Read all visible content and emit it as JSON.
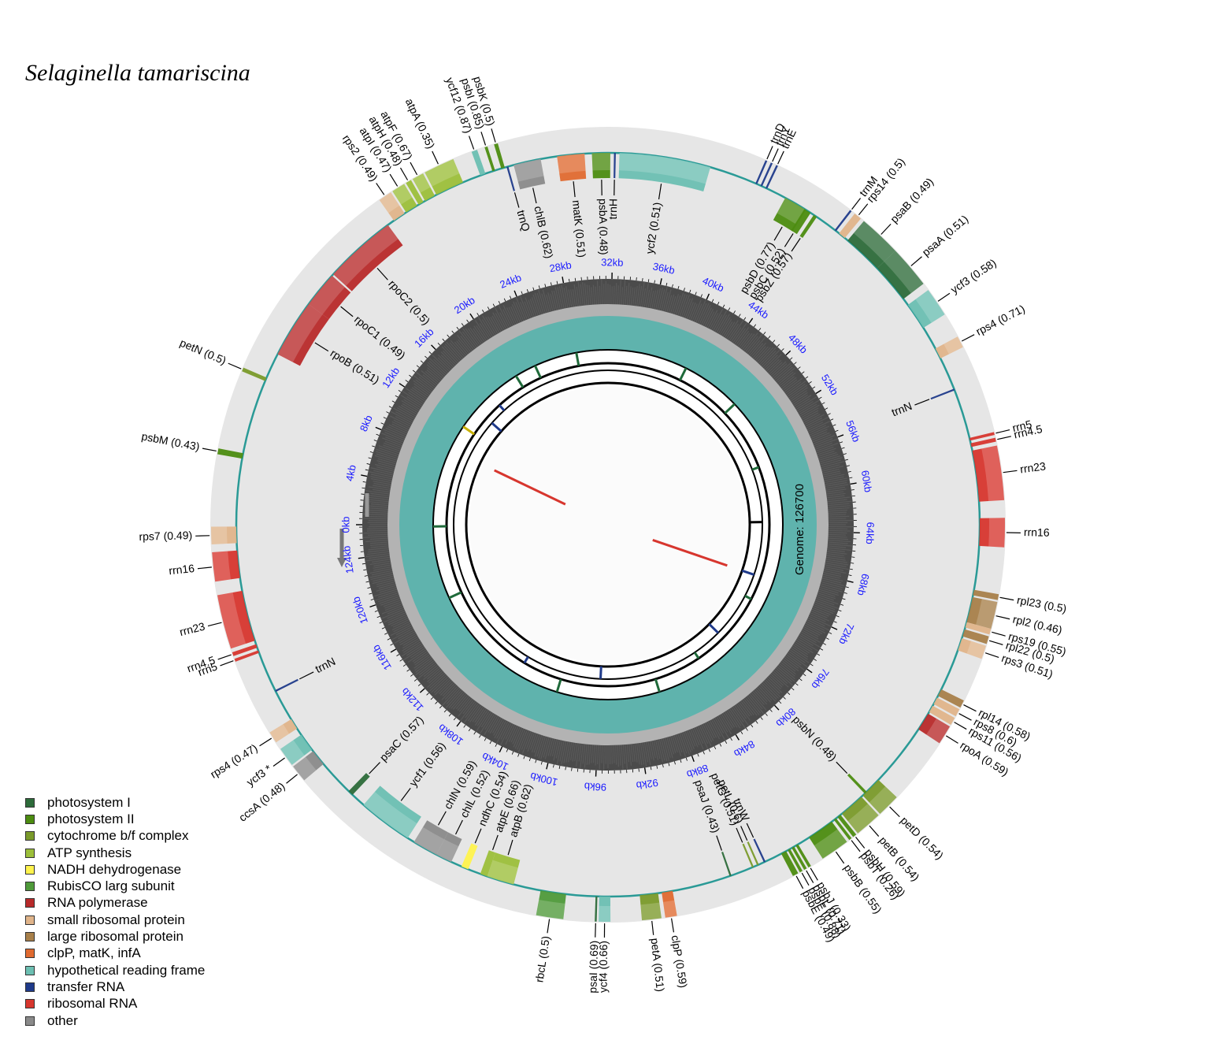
{
  "title": "Selaginella tamariscina",
  "genome_label": "Genome: 126700",
  "genome_length": 126700,
  "category_colors": {
    "ps1": "#2d6b3a",
    "ps2": "#4c8c10",
    "cyt": "#7a9a2a",
    "atp": "#9cbf3a",
    "ndh": "#fff34d",
    "rbc": "#4f9a3a",
    "rpo": "#b82a2a",
    "rps": "#e0b48a",
    "rpl": "#a8804a",
    "clp": "#e06a30",
    "ycf": "#6cbfb2",
    "trn": "#1f3a8a",
    "rrn": "#d7362e",
    "oth": "#8a8a8a"
  },
  "legend": [
    {
      "label": "photosystem I",
      "color": "#2d6b3a"
    },
    {
      "label": "photosystem II",
      "color": "#4c8c10"
    },
    {
      "label": "cytochrome b/f complex",
      "color": "#7a9a2a"
    },
    {
      "label": "ATP synthesis",
      "color": "#9cbf3a"
    },
    {
      "label": "NADH dehydrogenase",
      "color": "#fff34d"
    },
    {
      "label": "RubisCO larg subunit",
      "color": "#4f9a3a"
    },
    {
      "label": "RNA polymerase",
      "color": "#b82a2a"
    },
    {
      "label": "small ribosomal protein",
      "color": "#e0b48a"
    },
    {
      "label": "large ribosomal protein",
      "color": "#a8804a"
    },
    {
      "label": "clpP, matK, infA",
      "color": "#e06a30"
    },
    {
      "label": "hypothetical reading frame",
      "color": "#6cbfb2"
    },
    {
      "label": "transfer RNA",
      "color": "#1f3a8a"
    },
    {
      "label": "ribosomal RNA",
      "color": "#d7362e"
    },
    {
      "label": "other",
      "color": "#8a8a8a"
    }
  ],
  "ticks": [
    "0kb",
    "4kb",
    "8kb",
    "12kb",
    "16kb",
    "20kb",
    "24kb",
    "28kb",
    "32kb",
    "36kb",
    "40kb",
    "44kb",
    "48kb",
    "52kb",
    "56kb",
    "60kb",
    "64kb",
    "68kb",
    "72kb",
    "76kb",
    "80kb",
    "84kb",
    "88kb",
    "92kb",
    "96kb",
    "100kb",
    "104kb",
    "108kb",
    "112kb",
    "116kb",
    "120kb",
    "124kb"
  ],
  "genes": [
    {
      "label": "rps7 (0.49)",
      "cat": "rps",
      "kb": 125.7,
      "len": 0.9,
      "strand": "out"
    },
    {
      "label": "psbM (0.43)",
      "cat": "ps2",
      "kb": 3.6,
      "len": 0.3,
      "strand": "out"
    },
    {
      "label": "petN (0.5)",
      "cat": "cyt",
      "kb": 8.0,
      "len": 0.2,
      "strand": "out"
    },
    {
      "label": "rpoB (0.51)",
      "cat": "rpo",
      "kb": 9.6,
      "len": 3.2,
      "strand": "in"
    },
    {
      "label": "rpoC1 (0.49)",
      "cat": "rpo",
      "kb": 12.8,
      "len": 2.0,
      "strand": "in"
    },
    {
      "label": "rpoC2 (0.5)",
      "cat": "rpo",
      "kb": 14.9,
      "len": 4.0,
      "strand": "in"
    },
    {
      "label": "rps2 (0.49)",
      "cat": "rps",
      "kb": 19.3,
      "len": 0.7,
      "strand": "out"
    },
    {
      "label": "atpI (0.47)",
      "cat": "atp",
      "kb": 20.1,
      "len": 0.7,
      "strand": "out"
    },
    {
      "label": "atpH (0.48)",
      "cat": "atp",
      "kb": 20.9,
      "len": 0.3,
      "strand": "out"
    },
    {
      "label": "atpF (0.67)",
      "cat": "atp",
      "kb": 21.3,
      "len": 0.6,
      "strand": "out"
    },
    {
      "label": "atpA (0.35)",
      "cat": "atp",
      "kb": 22.0,
      "len": 1.6,
      "strand": "out"
    },
    {
      "label": "ycf12 (0.87)",
      "cat": "ycf",
      "kb": 24.6,
      "len": 0.3,
      "strand": "out"
    },
    {
      "label": "psbI (0.85)",
      "cat": "ps2",
      "kb": 25.3,
      "len": 0.15,
      "strand": "out"
    },
    {
      "label": "psbK (0.5)",
      "cat": "ps2",
      "kb": 25.8,
      "len": 0.2,
      "strand": "out"
    },
    {
      "label": "trnQ",
      "cat": "trn",
      "kb": 26.1,
      "len": 0.1,
      "strand": "in"
    },
    {
      "label": "chlB (0.62)",
      "cat": "oth",
      "kb": 26.5,
      "len": 1.5,
      "strand": "in"
    },
    {
      "label": "matK (0.51)",
      "cat": "clp",
      "kb": 28.9,
      "len": 1.5,
      "strand": "in"
    },
    {
      "label": "psbA (0.48)",
      "cat": "ps2",
      "kb": 30.8,
      "len": 1.0,
      "strand": "in"
    },
    {
      "label": "trnH",
      "cat": "trn",
      "kb": 32.0,
      "len": 0.1,
      "strand": "in"
    },
    {
      "label": "ycf2 (0.51)",
      "cat": "ycf",
      "kb": 32.3,
      "len": 5.0,
      "strand": "in"
    },
    {
      "label": "trnD",
      "cat": "trn",
      "kb": 39.9,
      "len": 0.1,
      "strand": "out"
    },
    {
      "label": "trnY",
      "cat": "trn",
      "kb": 40.2,
      "len": 0.1,
      "strand": "out"
    },
    {
      "label": "trnE",
      "cat": "trn",
      "kb": 40.5,
      "len": 0.1,
      "strand": "out"
    },
    {
      "label": "psbD (0.77)",
      "cat": "ps2",
      "kb": 41.7,
      "len": 1.3,
      "strand": "in"
    },
    {
      "label": "psbC (0.52)",
      "cat": "ps2",
      "kb": 42.9,
      "len": 0.4,
      "strand": "in"
    },
    {
      "label": "psbZ (0.57)",
      "cat": "ps2",
      "kb": 43.5,
      "len": 0.2,
      "strand": "in"
    },
    {
      "label": "trnM",
      "cat": "trn",
      "kb": 44.9,
      "len": 0.1,
      "strand": "out"
    },
    {
      "label": "rps14 (0.5)",
      "cat": "rps",
      "kb": 45.2,
      "len": 0.4,
      "strand": "out"
    },
    {
      "label": "psaB (0.49)",
      "cat": "ps1",
      "kb": 45.8,
      "len": 2.2,
      "strand": "out"
    },
    {
      "label": "psaA (0.51)",
      "cat": "ps1",
      "kb": 48.0,
      "len": 2.2,
      "strand": "out"
    },
    {
      "label": "ycf3 (0.58)",
      "cat": "ycf",
      "kb": 50.6,
      "len": 1.5,
      "strand": "out"
    },
    {
      "label": "rps4 (0.71)",
      "cat": "rps",
      "kb": 53.4,
      "len": 0.6,
      "strand": "out"
    },
    {
      "label": "trnN",
      "cat": "trn",
      "kb": 55.8,
      "len": 0.1,
      "strand": "in"
    },
    {
      "label": "rrn5",
      "cat": "rrn",
      "kb": 58.6,
      "len": 0.15,
      "strand": "out"
    },
    {
      "label": "rrn4.5",
      "cat": "rrn",
      "kb": 58.9,
      "len": 0.2,
      "strand": "out"
    },
    {
      "label": "rrn23",
      "cat": "rrn",
      "kb": 59.3,
      "len": 2.8,
      "strand": "out"
    },
    {
      "label": "rrn16",
      "cat": "rrn",
      "kb": 63.0,
      "len": 1.5,
      "strand": "out"
    },
    {
      "label": "rpl23 (0.5)",
      "cat": "rpl",
      "kb": 66.9,
      "len": 0.3,
      "strand": "out"
    },
    {
      "label": "rpl2 (0.46)",
      "cat": "rpl",
      "kb": 67.3,
      "len": 1.4,
      "strand": "out"
    },
    {
      "label": "rps19 (0.55)",
      "cat": "rps",
      "kb": 68.7,
      "len": 0.3,
      "strand": "out"
    },
    {
      "label": "rpl22 (0.5)",
      "cat": "rpl",
      "kb": 69.1,
      "len": 0.4,
      "strand": "out"
    },
    {
      "label": "rps3 (0.51)",
      "cat": "rps",
      "kb": 69.6,
      "len": 0.7,
      "strand": "out"
    },
    {
      "label": "rpl14 (0.58)",
      "cat": "rpl",
      "kb": 72.6,
      "len": 0.4,
      "strand": "out"
    },
    {
      "label": "rps8 (0.6)",
      "cat": "rps",
      "kb": 73.1,
      "len": 0.4,
      "strand": "out"
    },
    {
      "label": "rps11 (0.56)",
      "cat": "rps",
      "kb": 73.6,
      "len": 0.4,
      "strand": "out"
    },
    {
      "label": "rpoA (0.59)",
      "cat": "rpo",
      "kb": 74.1,
      "len": 1.0,
      "strand": "out"
    },
    {
      "label": "petD (0.54)",
      "cat": "cyt",
      "kb": 78.6,
      "len": 1.2,
      "strand": "out"
    },
    {
      "label": "psbN (0.48)",
      "cat": "ps2",
      "kb": 79.5,
      "len": 0.15,
      "strand": "in"
    },
    {
      "label": "petB (0.54)",
      "cat": "cyt",
      "kb": 79.9,
      "len": 1.4,
      "strand": "out"
    },
    {
      "label": "psbH (0.59)",
      "cat": "ps2",
      "kb": 81.4,
      "len": 0.2,
      "strand": "out"
    },
    {
      "label": "psbT (0.26)",
      "cat": "ps2",
      "kb": 81.7,
      "len": 0.15,
      "strand": "out"
    },
    {
      "label": "psbB (0.55)",
      "cat": "ps2",
      "kb": 82.0,
      "len": 1.5,
      "strand": "out"
    },
    {
      "label": "psbJ (0.33)",
      "cat": "ps2",
      "kb": 84.2,
      "len": 0.15,
      "strand": "out"
    },
    {
      "label": "psbL (0.71)",
      "cat": "ps2",
      "kb": 84.45,
      "len": 0.15,
      "strand": "out"
    },
    {
      "label": "psbF (0.88)",
      "cat": "ps2",
      "kb": 84.7,
      "len": 0.15,
      "strand": "out"
    },
    {
      "label": "psbE (0.49)",
      "cat": "ps2",
      "kb": 84.95,
      "len": 0.3,
      "strand": "out"
    },
    {
      "label": "trnW",
      "cat": "trn",
      "kb": 86.2,
      "len": 0.1,
      "strand": "in"
    },
    {
      "label": "petL (0.6)",
      "cat": "cyt",
      "kb": 86.6,
      "len": 0.1,
      "strand": "in"
    },
    {
      "label": "petG (0.51)",
      "cat": "cyt",
      "kb": 86.9,
      "len": 0.1,
      "strand": "in"
    },
    {
      "label": "psaJ (0.43)",
      "cat": "ps1",
      "kb": 88.2,
      "len": 0.1,
      "strand": "in"
    },
    {
      "label": "clpP (0.59)",
      "cat": "clp",
      "kb": 91.5,
      "len": 0.6,
      "strand": "out"
    },
    {
      "label": "petA (0.51)",
      "cat": "cyt",
      "kb": 92.3,
      "len": 1.0,
      "strand": "out"
    },
    {
      "label": "ycf4 (0.66)",
      "cat": "ycf",
      "kb": 94.9,
      "len": 0.6,
      "strand": "out"
    },
    {
      "label": "psaI (0.69)",
      "cat": "ps1",
      "kb": 95.6,
      "len": 0.1,
      "strand": "out"
    },
    {
      "label": "rbcL (0.5)",
      "cat": "rbc",
      "kb": 97.3,
      "len": 1.4,
      "strand": "out"
    },
    {
      "label": "atpB (0.62)",
      "cat": "atp",
      "kb": 100.2,
      "len": 1.5,
      "strand": "in"
    },
    {
      "label": "atpE (0.66)",
      "cat": "atp",
      "kb": 101.7,
      "len": 0.4,
      "strand": "in"
    },
    {
      "label": "ndhC (0.54)",
      "cat": "ndh",
      "kb": 102.8,
      "len": 0.4,
      "strand": "in"
    },
    {
      "label": "chlL (0.52)",
      "cat": "oth",
      "kb": 103.8,
      "len": 0.9,
      "strand": "in"
    },
    {
      "label": "chlN (0.59)",
      "cat": "oth",
      "kb": 104.7,
      "len": 1.4,
      "strand": "in"
    },
    {
      "label": "ycf1 (0.56)",
      "cat": "ycf",
      "kb": 106.5,
      "len": 3.0,
      "strand": "in"
    },
    {
      "label": "psaC (0.57)",
      "cat": "ps1",
      "kb": 110.3,
      "len": 0.3,
      "strand": "in"
    },
    {
      "label": "ccsA (0.48)",
      "cat": "oth",
      "kb": 112.6,
      "len": 0.9,
      "strand": "out"
    },
    {
      "label": "ycf3 *",
      "cat": "ycf",
      "kb": 113.6,
      "len": 1.0,
      "strand": "out"
    },
    {
      "label": "rps4 (0.47)",
      "cat": "rps",
      "kb": 115.0,
      "len": 0.6,
      "strand": "out"
    },
    {
      "label": "trnN",
      "cat": "trn",
      "kb": 117.3,
      "len": 0.1,
      "strand": "in"
    },
    {
      "label": "rrn5",
      "cat": "rrn",
      "kb": 119.6,
      "len": 0.15,
      "strand": "out"
    },
    {
      "label": "rrn4.5",
      "cat": "rrn",
      "kb": 119.9,
      "len": 0.2,
      "strand": "out"
    },
    {
      "label": "rrn23",
      "cat": "rrn",
      "kb": 120.3,
      "len": 2.8,
      "strand": "out"
    },
    {
      "label": "rrn16",
      "cat": "rrn",
      "kb": 123.8,
      "len": 1.5,
      "strand": "out"
    }
  ],
  "repeats": [
    {
      "kb": 9.0,
      "color": "#d7362e",
      "r1": 10,
      "r2": 160
    },
    {
      "kb": 70.0,
      "color": "#d7362e",
      "r1": 10,
      "r2": 160
    }
  ]
}
